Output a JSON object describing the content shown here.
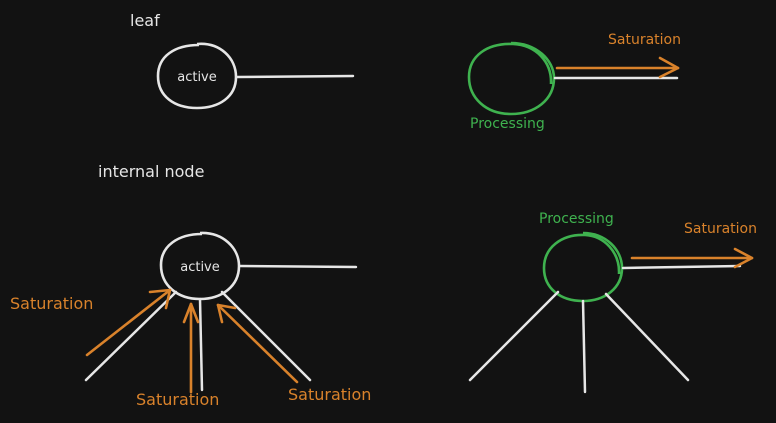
{
  "diagram": {
    "leaf_title": "leaf",
    "internal_title": "internal node",
    "leaf_node_label": "active",
    "internal_node_label": "active",
    "leaf_processing_label": "Processing",
    "leaf_saturation_label": "Saturation",
    "internal_processing_label": "Processing",
    "internal_saturation_out_label": "Saturation",
    "saturation_in_left": "Saturation",
    "saturation_in_middle": "Saturation",
    "saturation_in_right": "Saturation"
  },
  "colors": {
    "background": "#121212",
    "stroke": "#e6e6e6",
    "saturation": "#d9822b",
    "processing": "#3fb24f"
  }
}
